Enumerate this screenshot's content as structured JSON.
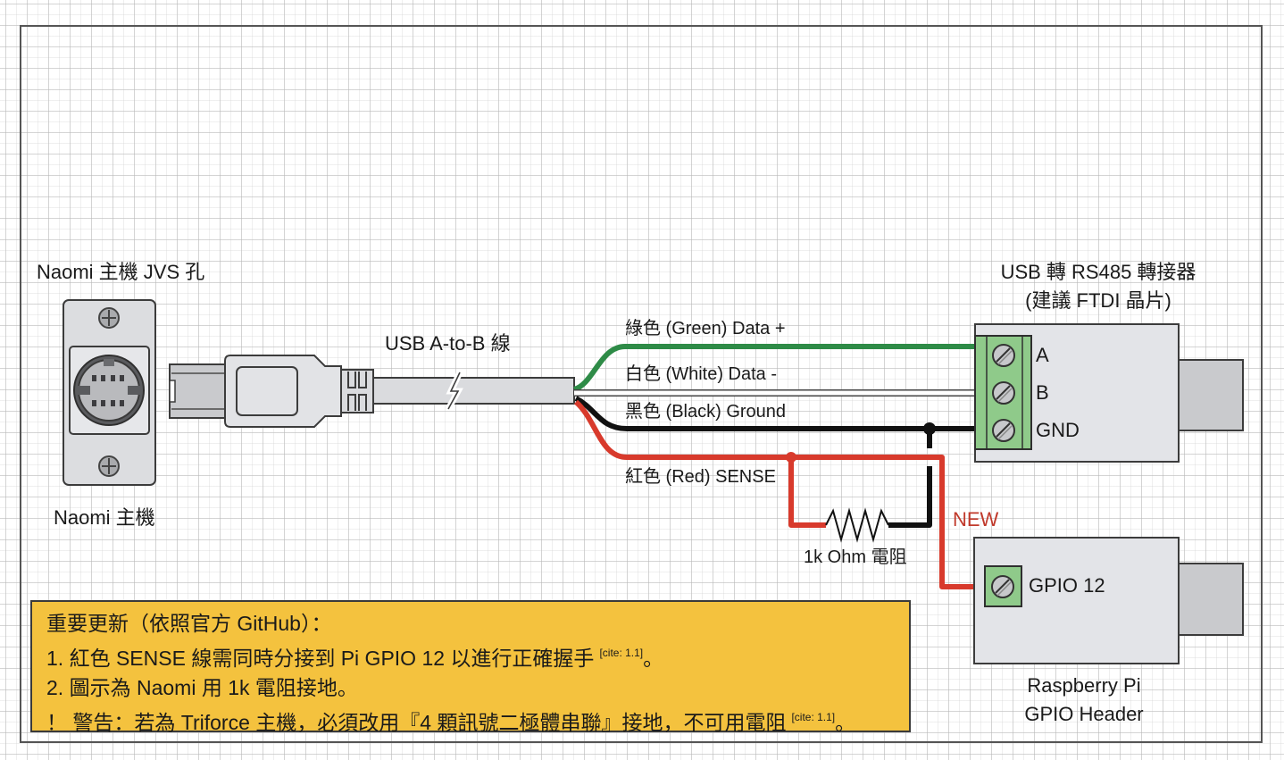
{
  "naomi": {
    "title": "Naomi 主機 JVS 孔",
    "caption": "Naomi 主機",
    "connector_icon": "mini-din-jvs-port-icon"
  },
  "cable": {
    "label": "USB A-to-B 線",
    "plug_icon": "usb-b-plug-icon"
  },
  "wires": {
    "green": {
      "label": "綠色 (Green) Data +",
      "color": "#2e8b47"
    },
    "white": {
      "label": "白色 (White) Data -",
      "color": "#ffffff"
    },
    "black": {
      "label": "黑色 (Black) Ground",
      "color": "#111111"
    },
    "red": {
      "label": "紅色 (Red) SENSE",
      "color": "#d83a2c"
    }
  },
  "converter": {
    "title_line1": "USB 轉 RS485 轉接器",
    "title_line2": "(建議 FTDI 晶片)",
    "terminals": [
      "A",
      "B",
      "GND"
    ],
    "terminal_color": "#8fca8a"
  },
  "resistor": {
    "label": "1k Ohm 電阻"
  },
  "new_tag": "NEW",
  "pi": {
    "terminal": "GPIO 12",
    "caption_line1": "Raspberry Pi",
    "caption_line2": "GPIO Header"
  },
  "note": {
    "heading": "重要更新（依照官方 GitHub）：",
    "line1": "1. 紅色 SENSE 線需同時分接到 Pi GPIO 12 以進行正確握手",
    "line1_cite": "[cite: 1.1]",
    "line1_end": "。",
    "line2": "2. 圖示為 Naomi 用 1k 電阻接地。",
    "line3": "！ 警告：若為 Triforce 主機，必須改用『4 顆訊號二極體串聯』接地，不可用電阻",
    "line3_cite": "[cite: 1.1]",
    "line3_end": "。",
    "background": "#f4c23e"
  }
}
